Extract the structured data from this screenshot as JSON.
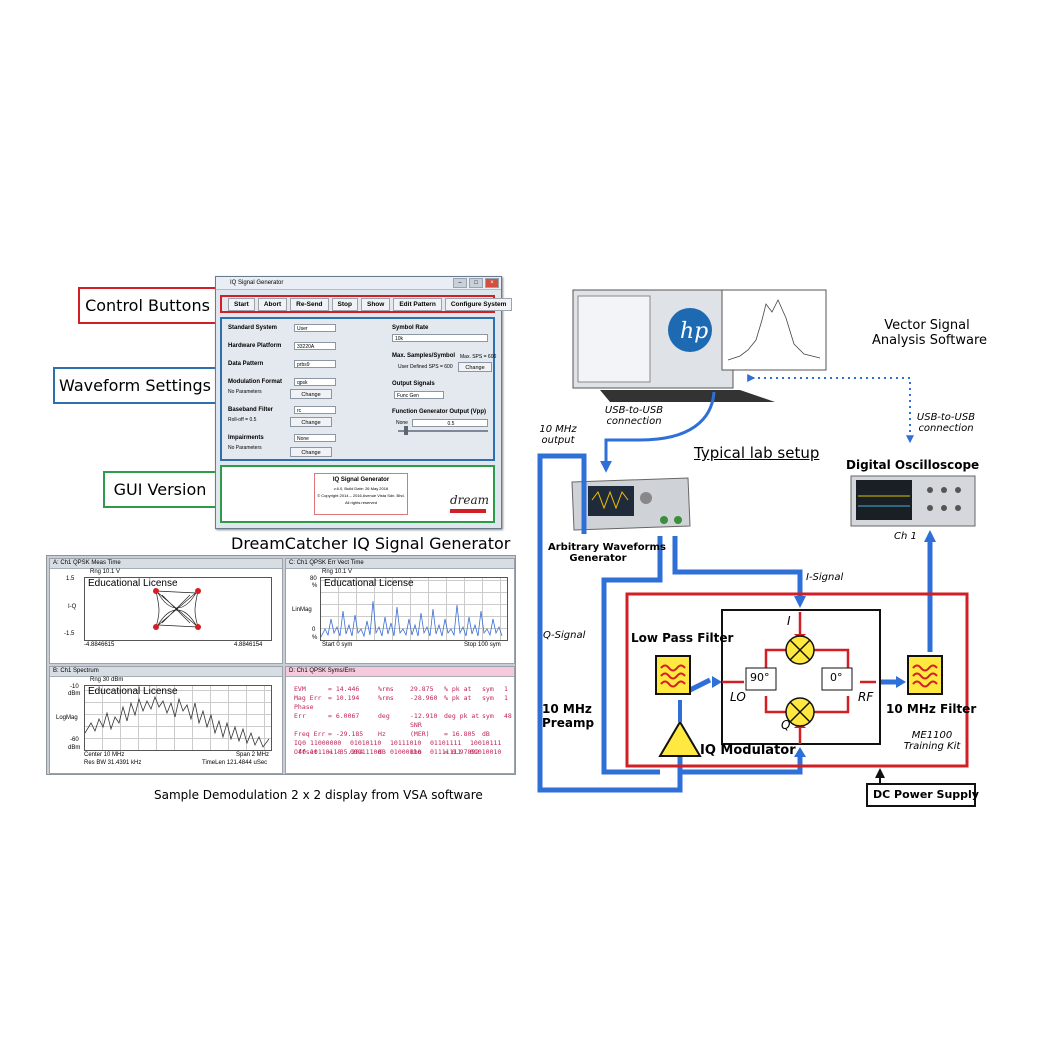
{
  "callouts": {
    "control_buttons": "Control Buttons",
    "waveform_settings": "Waveform Settings",
    "gui_version": "GUI Version"
  },
  "gui": {
    "window_title": "IQ Signal Generator",
    "caption": "DreamCatcher IQ Signal Generator",
    "buttons": [
      "Start",
      "Abort",
      "Re-Send",
      "Stop",
      "Show",
      "Edit Pattern",
      "Configure System"
    ],
    "fields": {
      "standard_system": {
        "label": "Standard System",
        "value": "User"
      },
      "hardware_platform": {
        "label": "Hardware Platform",
        "value": "33220A"
      },
      "data_pattern": {
        "label": "Data Pattern",
        "value": "prbs9"
      },
      "modulation_format": {
        "label": "Modulation Format",
        "value": "qpsk",
        "note": "No Parameters",
        "button": "Change"
      },
      "baseband_filter": {
        "label": "Baseband Filter",
        "value": "rc",
        "note": "Roll-off = 0.5",
        "button": "Change"
      },
      "impairments": {
        "label": "Impairments",
        "value": "None",
        "note": "No Parameters",
        "button": "Change"
      },
      "symbol_rate": {
        "label": "Symbol Rate",
        "value": "10k"
      },
      "max_samples": {
        "label": "Max. Samples/Symbol",
        "max_note": "Max. SPS = 600",
        "user_note": "User Defined SPS = 600",
        "button": "Change"
      },
      "output_signals": {
        "label": "Output Signals",
        "value": "Func Gen"
      },
      "fg_output": {
        "label": "Function Generator Output (Vpp)",
        "value": "0.5",
        "slider_left": "None"
      }
    },
    "version_box": {
      "title": "IQ Signal Generator",
      "line1": "v.6.0, Build Date: 26 May 2016",
      "line2": "© Copyright 2014 – 2016 Avenue Vista Sdn. Bhd.",
      "line3": "All rights reserved",
      "logo": "dream"
    }
  },
  "vsa": {
    "caption": "Sample Demodulation 2 x 2 display from VSA software",
    "panel_a": {
      "header": "A: Ch1 QPSK Meas Time",
      "range": "Rng 10.1  V",
      "license": "Educational License",
      "y_top": "1.5",
      "y_mid": "I-Q",
      "y_bot": "-1.5",
      "x_left": "-4.8846615",
      "x_right": "4.8846154"
    },
    "panel_b": {
      "header": "B: Ch1 Spectrum",
      "range": "Rng 30 dBm",
      "license": "Educational License",
      "y_top": "-10",
      "y_top_unit": "dBm",
      "y_mid": "LogMag",
      "y_bot": "-60",
      "y_bot_unit": "dBm",
      "center": "Center 10 MHz",
      "span": "Span 2 MHz",
      "resbw": "Res BW 31.4391 kHz",
      "timelen": "TimeLen 121.4844 uSec"
    },
    "panel_c": {
      "header": "C: Ch1 QPSK Err Vect Time",
      "range": "Rng 10.1  V",
      "license": "Educational License",
      "y_top": "80",
      "y_top_unit": "%",
      "y_mid": "LinMag",
      "y_bot": "0",
      "y_bot_unit": "%",
      "start": "Start 0  sym",
      "stop": "Stop 100  sym"
    },
    "panel_d": {
      "header": "D: Ch1 QPSK Syms/Errs",
      "rows": [
        [
          "EVM",
          "= 14.446",
          "%rms",
          "29.875",
          "% pk  at",
          "sym",
          "1"
        ],
        [
          "Mag Err",
          "= 10.194",
          "%rms",
          "-28.960",
          "% pk  at",
          "sym",
          "1"
        ],
        [
          "Phase Err",
          "= 6.0067",
          "deg",
          "-12.910",
          "deg pk  at",
          "sym",
          "48"
        ],
        [
          "Freq Err",
          "= -29.185",
          "Hz",
          "SNR (MER)",
          "= 16.805",
          "dB",
          ""
        ],
        [
          "IQ Offset",
          "= -35.204",
          "dB",
          "Rho",
          "= 0.97892",
          "",
          ""
        ]
      ],
      "bits": [
        [
          "0",
          "11000000",
          "01010110",
          "10111010",
          "01101111",
          "10010111"
        ],
        [
          "40",
          "10110110",
          "00111100",
          "01000110",
          "01111111",
          "01010010"
        ]
      ]
    }
  },
  "lab": {
    "vsa_software": [
      "Vector Signal",
      "Analysis Software"
    ],
    "typical_lab_setup": "Typical lab setup",
    "usb_left": [
      "USB-to-USB",
      "connection"
    ],
    "usb_right": [
      "USB-to-USB",
      "connection"
    ],
    "ten_mhz_output": [
      "10 MHz",
      "output"
    ],
    "awg": [
      "Arbitrary Waveforms",
      "Generator"
    ],
    "oscilloscope": "Digital Oscilloscope",
    "ch1": "Ch 1",
    "i_signal": "I-Signal",
    "q_signal": "Q-Signal",
    "lpf": "Low Pass Filter",
    "preamp": [
      "10  MHz",
      "Preamp"
    ],
    "iq_modulator": "IQ Modulator",
    "i": "I",
    "q": "Q",
    "lo": "LO",
    "rf": "RF",
    "phase90": "90°",
    "phase0": "0°",
    "filter10": "10 MHz Filter",
    "kit": [
      "ME1100",
      "Training Kit"
    ],
    "dc_power": "DC Power Supply"
  },
  "colors": {
    "red": "#d21f26",
    "blue": "#2f6fd8",
    "green": "#2f9a4a",
    "filter_fill": "#ffe840",
    "preamp_fill": "#ffe840"
  }
}
